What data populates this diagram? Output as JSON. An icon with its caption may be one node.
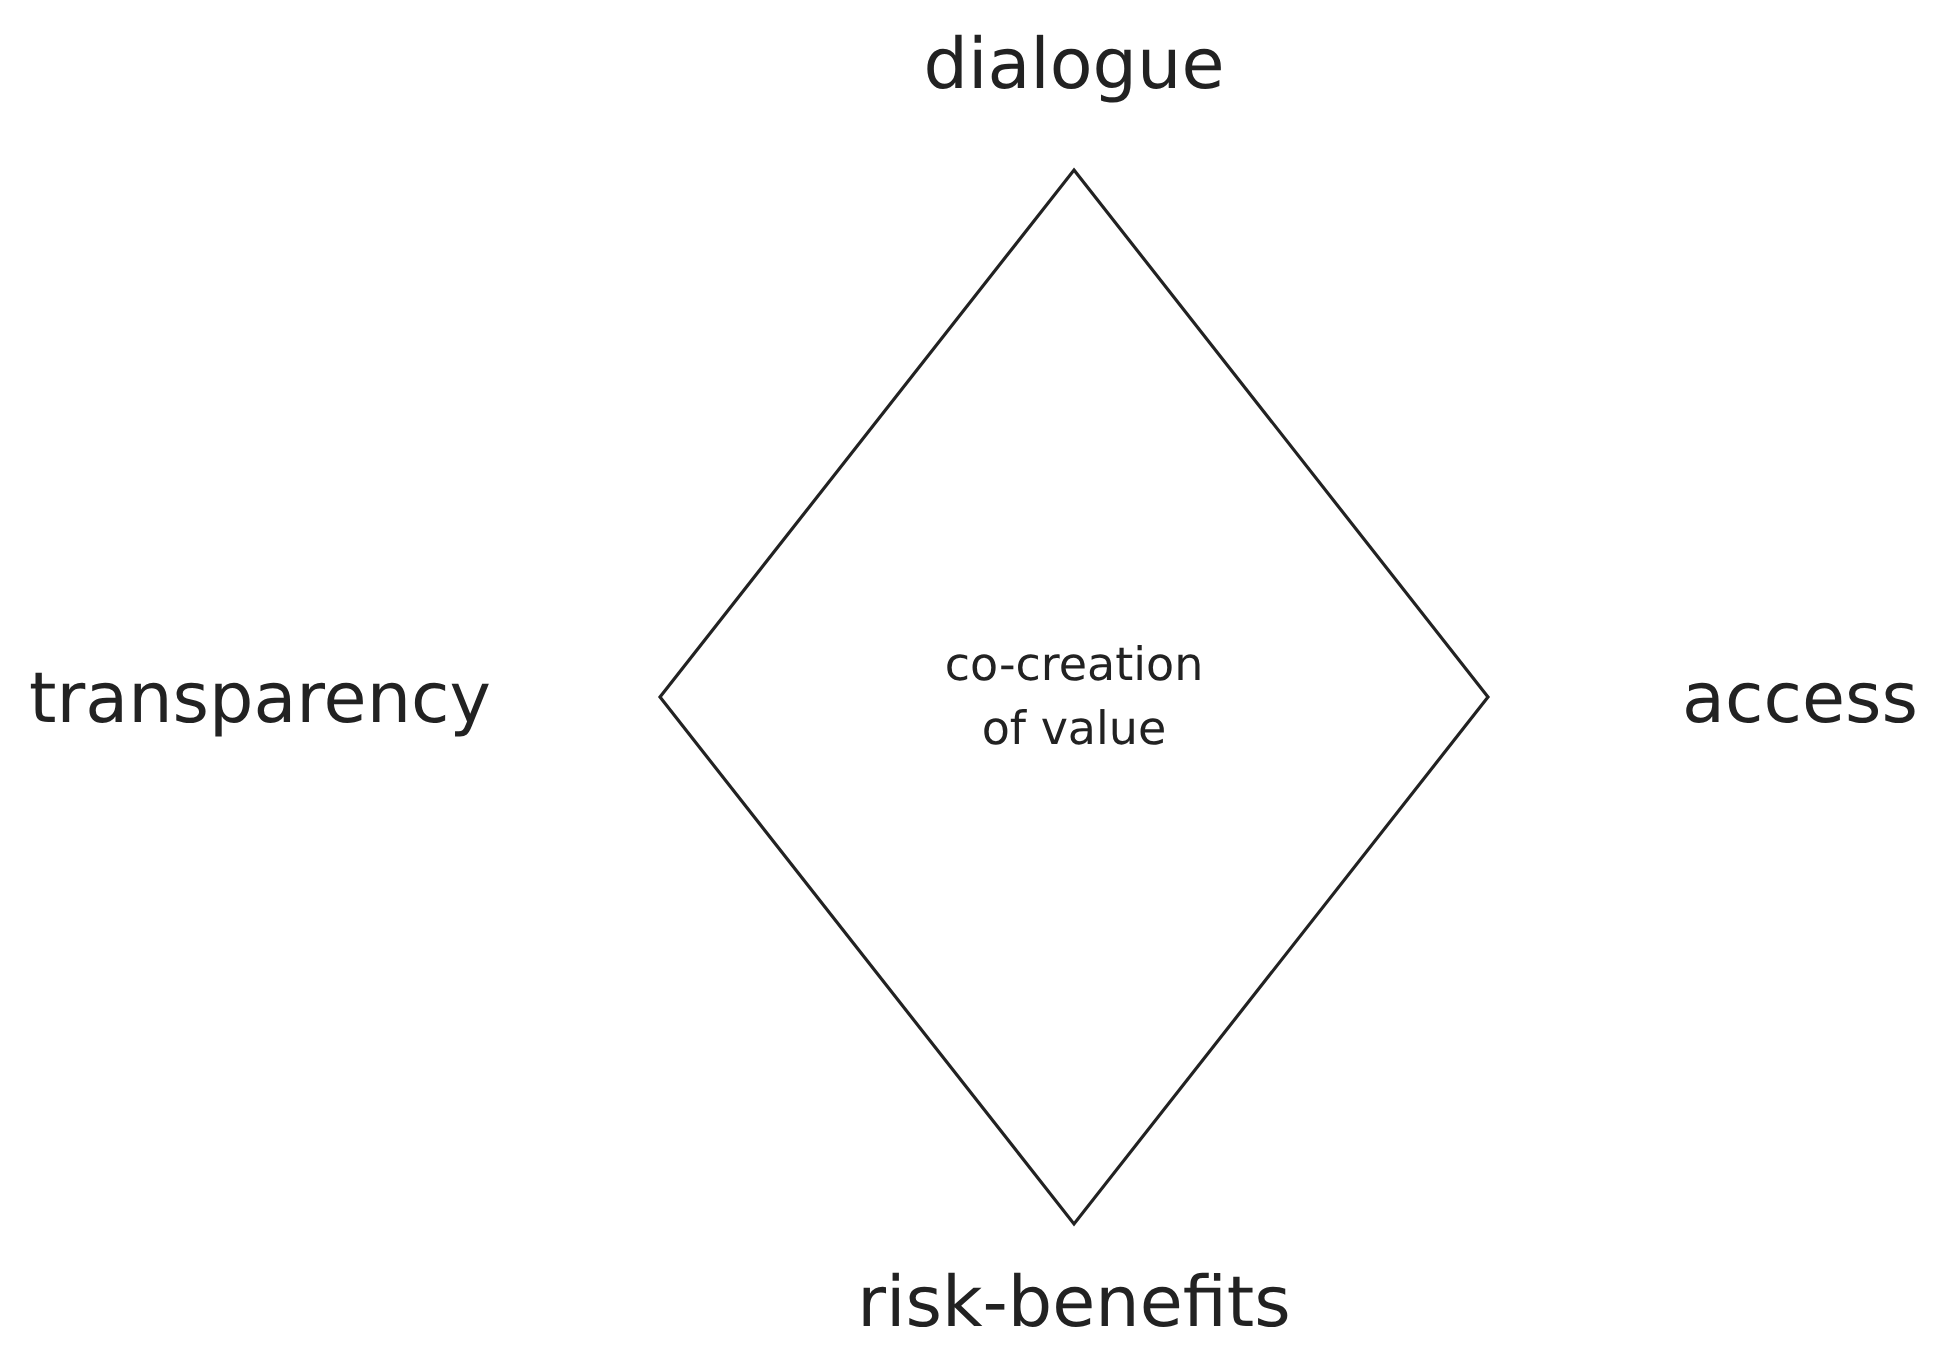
{
  "diagram": {
    "nodes": [
      {
        "text": [
          "co-creation of value"
        ]
      }
    ],
    "edges": [],
    "labels": [
      "dialogue",
      "transparency",
      "access",
      "risk-benefits"
    ]
  }
}
